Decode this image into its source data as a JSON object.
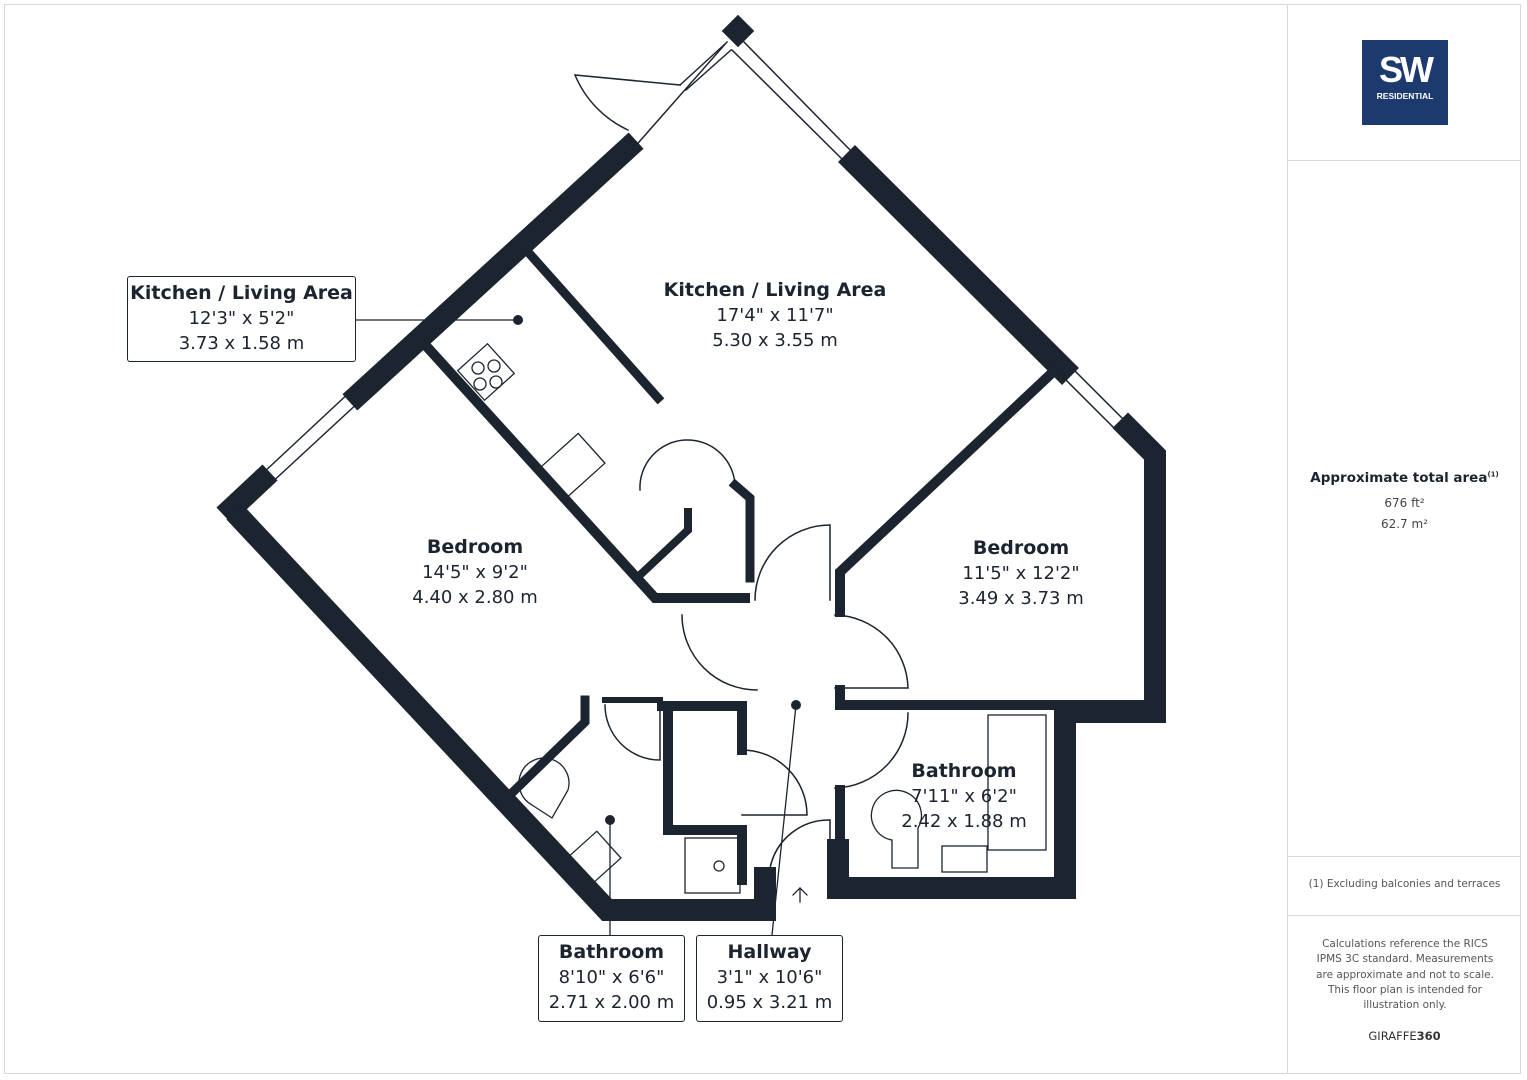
{
  "brand": {
    "logo_text": "SW",
    "logo_subtext": "RESIDENTIAL",
    "color": "#1d3a6e"
  },
  "area": {
    "title": "Approximate total area",
    "footnote_mark": "(1)",
    "sqft": "676 ft²",
    "sqm": "62.7 m²"
  },
  "footnote": "(1) Excluding balconies and terraces",
  "disclaimer": "Calculations reference the RICS IPMS 3C standard. Measurements are approximate and not to scale. This floor plan is intended for illustration only.",
  "credit": {
    "a": "GIRAFFE",
    "b": "360"
  },
  "rooms": [
    {
      "name": "Kitchen / Living Area",
      "imperial": "17'4\" x 11'7\"",
      "metric": "5.30 x 3.55 m"
    },
    {
      "name": "Bedroom",
      "imperial": "14'5\" x 9'2\"",
      "metric": "4.40 x 2.80 m"
    },
    {
      "name": "Bedroom",
      "imperial": "11'5\" x 12'2\"",
      "metric": "3.49 x 3.73 m"
    },
    {
      "name": "Bathroom",
      "imperial": "7'11\" x 6'2\"",
      "metric": "2.42 x 1.88 m"
    }
  ],
  "callouts": [
    {
      "name": "Kitchen / Living Area",
      "imperial": "12'3\" x 5'2\"",
      "metric": "3.73 x 1.58 m"
    },
    {
      "name": "Bathroom",
      "imperial": "8'10\" x 6'6\"",
      "metric": "2.71 x 2.00 m"
    },
    {
      "name": "Hallway",
      "imperial": "3'1\" x 10'6\"",
      "metric": "0.95 x 3.21 m"
    }
  ],
  "colors": {
    "wall": "#1c2430"
  }
}
